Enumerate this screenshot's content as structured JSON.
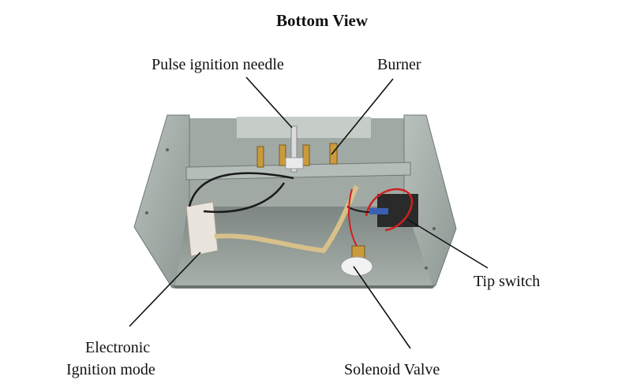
{
  "title": "Bottom View",
  "labels": {
    "pulse_needle": "Pulse ignition needle",
    "burner": "Burner",
    "tip_switch": "Tip switch",
    "electronic_line1": "Electronic",
    "electronic_line2": "Ignition mode",
    "solenoid_valve": "Solenoid Valve"
  }
}
